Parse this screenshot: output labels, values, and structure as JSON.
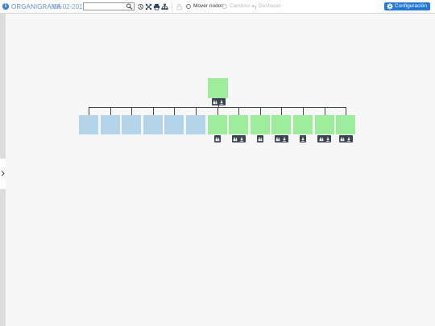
{
  "toolbar": {
    "app_title": "ORGANIGRAMA",
    "date": "08-02-2017",
    "search_placeholder": "",
    "move_nodes_label": "Mover nodos",
    "changes_label": "Cambios",
    "undo_label": "Deshacer",
    "config_label": "Configuración"
  },
  "colors": {
    "accent": "#2378d6",
    "title": "#5b8fd6",
    "node_blue": "#b4d4ea",
    "node_green": "#9ded9d",
    "connector": "#444444",
    "node_button": "#3a4450"
  },
  "icons": [
    "info-icon",
    "search-icon",
    "history-icon",
    "expand-icon",
    "print-icon",
    "hierarchy-icon",
    "lock-icon",
    "undo-icon",
    "gear-icon",
    "chevron-right-icon",
    "people-icon",
    "download-icon"
  ],
  "org": {
    "root": {
      "color": "green",
      "buttons": [
        "people",
        "download"
      ]
    },
    "children": [
      {
        "color": "blue",
        "buttons": []
      },
      {
        "color": "blue",
        "buttons": []
      },
      {
        "color": "blue",
        "buttons": []
      },
      {
        "color": "blue",
        "buttons": []
      },
      {
        "color": "blue",
        "buttons": []
      },
      {
        "color": "blue",
        "buttons": []
      },
      {
        "color": "green",
        "buttons": [
          "people"
        ]
      },
      {
        "color": "green",
        "buttons": [
          "people",
          "download"
        ]
      },
      {
        "color": "green",
        "buttons": [
          "people"
        ]
      },
      {
        "color": "green",
        "buttons": [
          "people",
          "download"
        ]
      },
      {
        "color": "green",
        "buttons": [
          "download"
        ]
      },
      {
        "color": "green",
        "buttons": [
          "people",
          "download"
        ]
      },
      {
        "color": "green",
        "buttons": [
          "people",
          "download"
        ]
      }
    ]
  }
}
